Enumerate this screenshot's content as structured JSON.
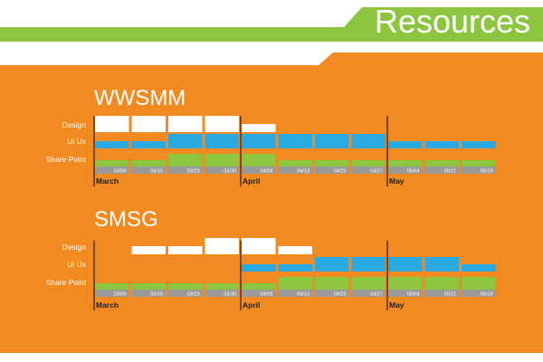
{
  "header": {
    "title": "Resources"
  },
  "colors": {
    "header_green": "#8cc63f",
    "panel_orange": "#f18a20",
    "design": "#ffffff",
    "uiux": "#29abe2",
    "sharepoint": "#8cc63f",
    "week_strip": "#999999",
    "month_divider": "#222222"
  },
  "chart_data": [
    {
      "type": "bar",
      "title": "WWSMM",
      "rows": [
        "Design",
        "Ui Ux",
        "Share Point"
      ],
      "weeks": [
        "03/09",
        "03/16",
        "03/23",
        "03/30",
        "04/06",
        "04/13",
        "04/20",
        "04/27",
        "05/04",
        "05/11",
        "05/18"
      ],
      "months": [
        {
          "label": "March",
          "start_week": 0
        },
        {
          "label": "April",
          "start_week": 4
        },
        {
          "label": "May",
          "start_week": 8
        }
      ],
      "series": [
        {
          "name": "Design",
          "values": [
            1.0,
            1.0,
            1.0,
            1.0,
            0.5,
            0,
            0,
            0,
            0,
            0,
            0
          ]
        },
        {
          "name": "Ui Ux",
          "values": [
            0.5,
            0.5,
            1.0,
            1.0,
            1.0,
            1.0,
            1.0,
            1.0,
            0.5,
            0.5,
            0.5
          ]
        },
        {
          "name": "Share Point",
          "values": [
            0.5,
            0.5,
            1.0,
            1.0,
            1.0,
            0.5,
            0.5,
            0.5,
            0.5,
            0.5,
            0.5
          ]
        }
      ]
    },
    {
      "type": "bar",
      "title": "SMSG",
      "rows": [
        "Design",
        "Ui Ux",
        "Share Point"
      ],
      "weeks": [
        "03/09",
        "03/16",
        "03/23",
        "03/30",
        "04/06",
        "04/13",
        "04/20",
        "04/27",
        "05/04",
        "05/11",
        "05/18"
      ],
      "months": [
        {
          "label": "March",
          "start_week": 0
        },
        {
          "label": "April",
          "start_week": 4
        },
        {
          "label": "May",
          "start_week": 8
        }
      ],
      "series": [
        {
          "name": "Design",
          "values": [
            0,
            0.5,
            0.5,
            1.0,
            1.0,
            0.5,
            0,
            0,
            0,
            0,
            0
          ]
        },
        {
          "name": "Ui Ux",
          "values": [
            0,
            0,
            0,
            0,
            0.5,
            0.5,
            1.0,
            1.0,
            1.0,
            1.0,
            0.5
          ]
        },
        {
          "name": "Share Point",
          "values": [
            0.5,
            0.5,
            0.5,
            0.5,
            0.5,
            1.0,
            1.0,
            1.0,
            1.0,
            1.0,
            1.0
          ]
        }
      ]
    }
  ]
}
